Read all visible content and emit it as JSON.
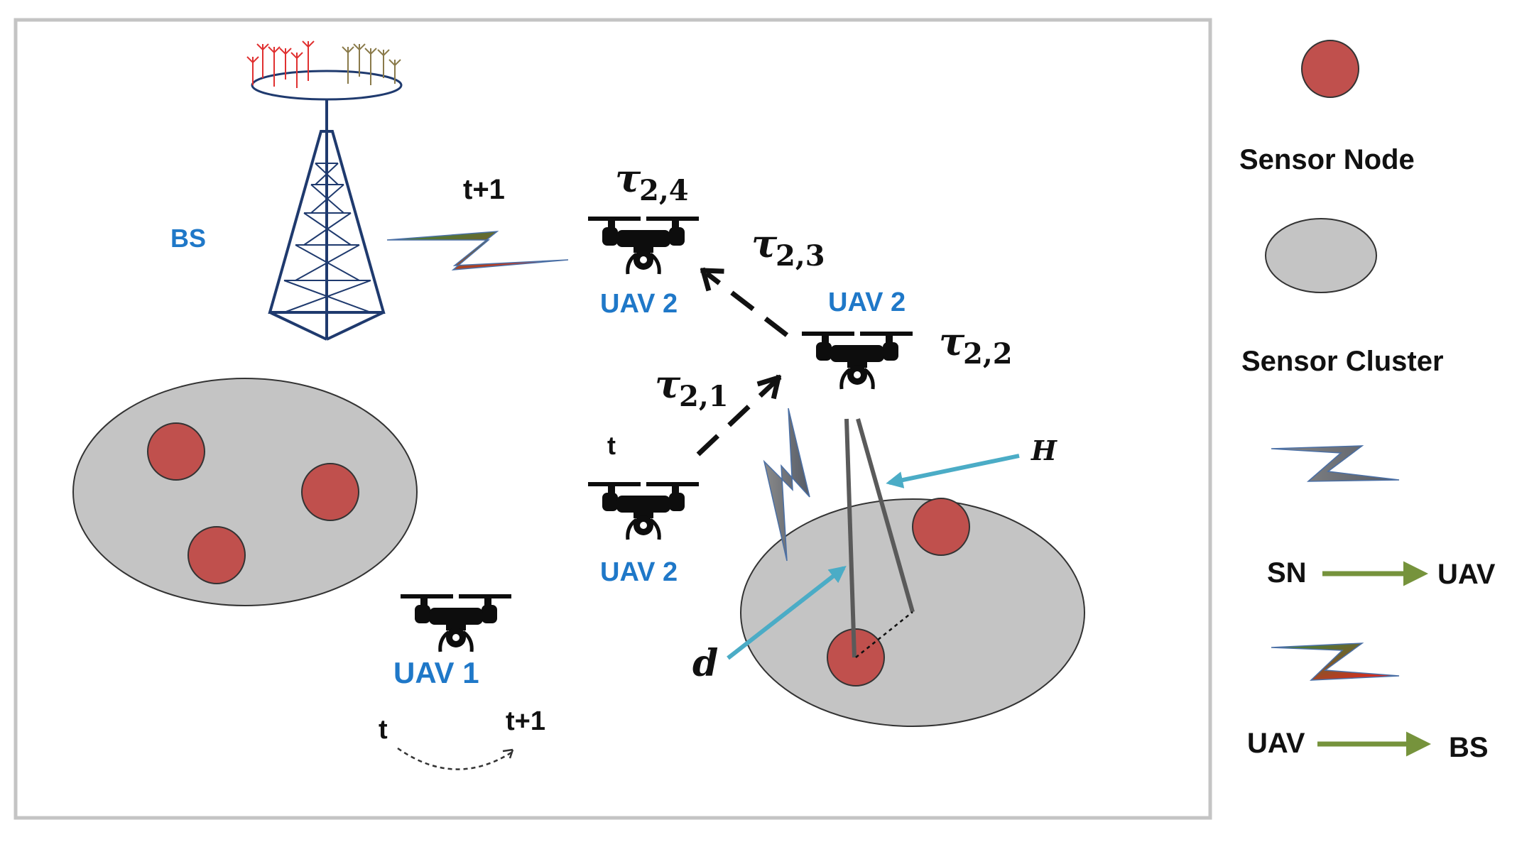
{
  "colors": {
    "frame": "#c4c4c4",
    "cluster_fill": "#c4c4c4",
    "cluster_stroke": "#333333",
    "sensor_node": "#c0504d",
    "uav_label": "#1f78c8",
    "tower": "#1f3a6e",
    "link_arrow": "#76933c",
    "pointer_arrow": "#4bacc6",
    "drone": "#0d0d0d"
  },
  "icons": {
    "tower": "base-station-tower-icon",
    "drone": "drone-icon",
    "sn_link": "lightning-bolt-gray-icon",
    "uav_bs_link": "lightning-bolt-red-green-icon"
  },
  "scene": {
    "bs_label": "BS",
    "bs_link_time": "t+1",
    "uav1_label": "UAV 1",
    "uav2_t_label": "UAV 2",
    "uav2_mid_label": "UAV 2",
    "uav2_top_label": "UAV 2",
    "time_t": "t",
    "tau_21": {
      "sym": "τ",
      "sub": "2,1"
    },
    "tau_22": {
      "sym": "τ",
      "sub": "2,2"
    },
    "tau_23": {
      "sym": "τ",
      "sub": "2,3"
    },
    "tau_24": {
      "sym": "τ",
      "sub": "2,4"
    },
    "height_label": "H",
    "distance_label": "d",
    "timeline_start": "t",
    "timeline_end": "t+1"
  },
  "legend": {
    "sensor_node": "Sensor Node",
    "sensor_cluster": "Sensor Cluster",
    "sn_uav_from": "SN",
    "sn_uav_to": "UAV",
    "uav_bs_from": "UAV",
    "uav_bs_to": "BS"
  }
}
